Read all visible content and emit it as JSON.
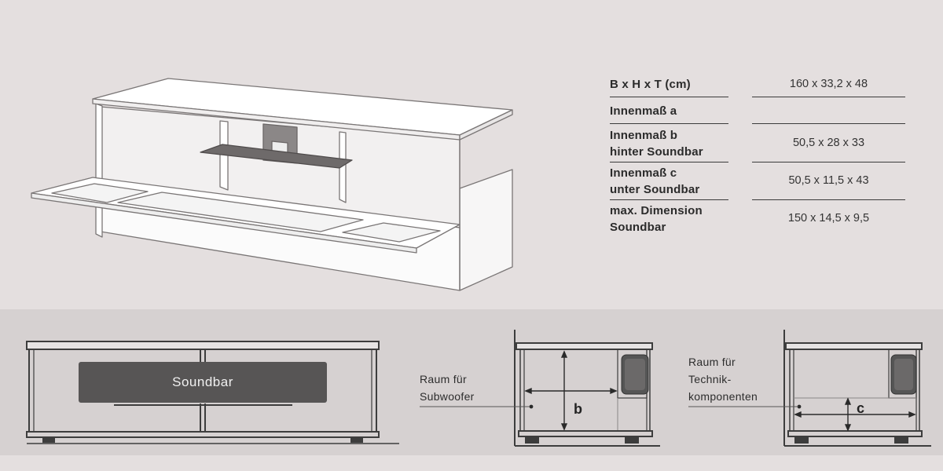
{
  "specs": [
    {
      "label": "B x H x T (cm)",
      "value": "160 x 33,2 x 48"
    },
    {
      "label": "Innenmaß a",
      "value": ""
    },
    {
      "label": "Innenmaß b\nhinter Soundbar",
      "value": "50,5 x 28 x 33"
    },
    {
      "label": "Innenmaß c\nunter Soundbar",
      "value": "50,5 x 11,5 x 43"
    },
    {
      "label": "max. Dimension\nSoundbar",
      "value": "150 x 14,5 x 9,5"
    }
  ],
  "diagrams": {
    "front": {
      "soundbar_label": "Soundbar"
    },
    "side_b": {
      "caption": "Raum für\nSubwoofer",
      "dimension": "b"
    },
    "side_c": {
      "caption": "Raum für\nTechnik-\nkomponenten",
      "dimension": "c"
    }
  },
  "colors": {
    "background": "#e4dfdf",
    "band": "#d6d1d1",
    "soundbar": "#555555",
    "line": "#3a3a3a"
  }
}
